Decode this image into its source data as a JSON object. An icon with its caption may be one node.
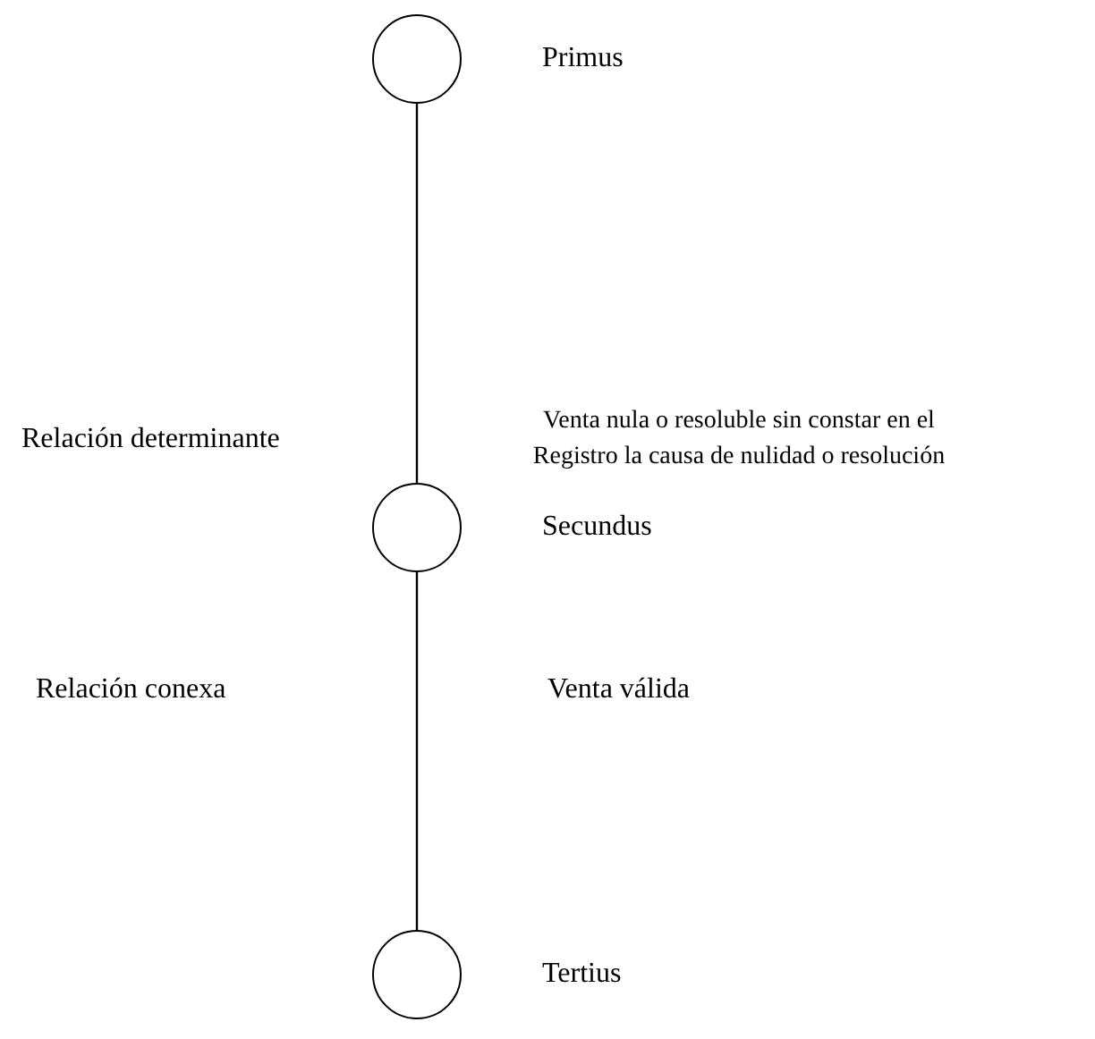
{
  "diagram": {
    "nodes": [
      {
        "text": [],
        "shape": "circle",
        "beside": [
          "Primus"
        ]
      },
      {
        "text": [],
        "shape": "circle",
        "beside": [
          "Secundus"
        ]
      },
      {
        "text": [],
        "shape": "circle",
        "beside": [
          "Tertius"
        ]
      }
    ],
    "edges": [
      {
        "from": 0,
        "to": 1,
        "arrow": "none"
      },
      {
        "from": 1,
        "to": 2,
        "arrow": "none"
      }
    ],
    "labels": [
      "Relación determinante",
      "Venta nula o resoluble sin constar en el Registro la causa de nulidad o resolución",
      "Relación conexa",
      "Venta válida"
    ]
  }
}
